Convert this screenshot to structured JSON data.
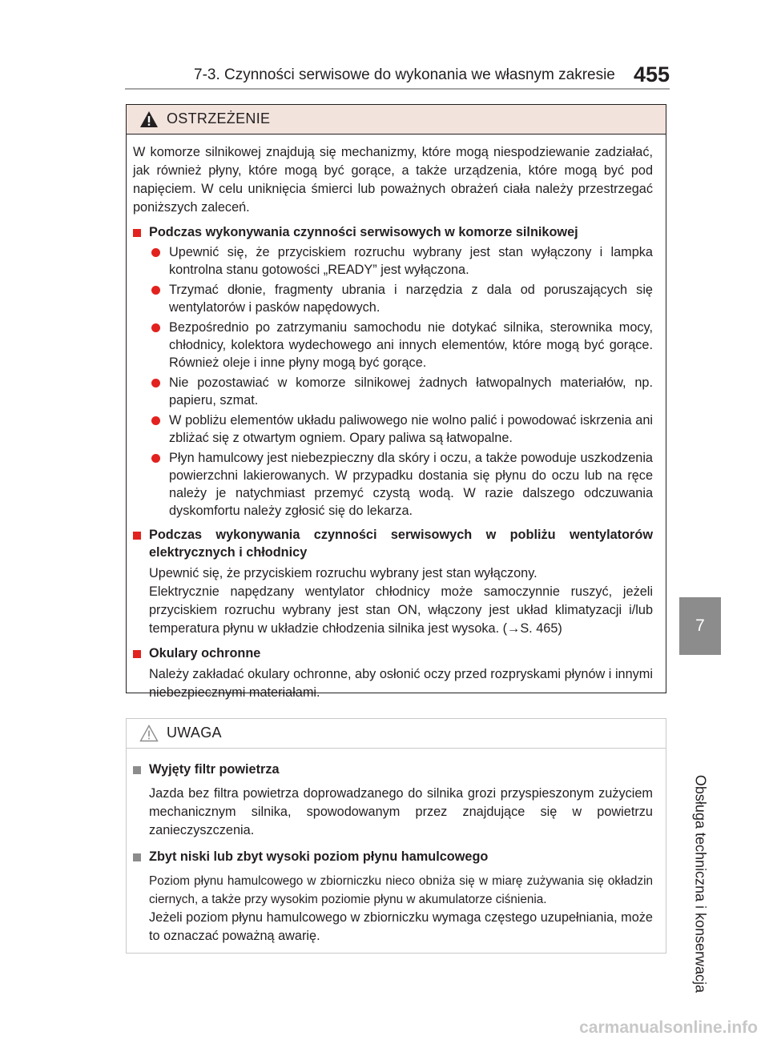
{
  "header": {
    "title": "7-3. Czynności serwisowe do wykonania we własnym zakresie",
    "page_number": "455"
  },
  "side_tab": {
    "number": "7",
    "label": "Obsługa techniczna i konserwacja"
  },
  "warning": {
    "title": "OSTRZEŻENIE",
    "intro": "W komorze silnikowej znajdują się mechanizmy, które mogą niespodziewanie zadziałać, jak również płyny, które mogą być gorące, a także urządzenia, które mogą być pod napięciem. W celu uniknięcia śmierci lub poważnych obrażeń ciała należy przestrzegać poniższych zaleceń.",
    "sections": [
      {
        "heading": "Podczas wykonywania czynności serwisowych w komorze silnikowej",
        "bullets": [
          "Upewnić się, że przyciskiem rozruchu wybrany jest stan wyłączony i lampka kontrolna stanu gotowości „READY” jest wyłączona.",
          "Trzymać dłonie, fragmenty ubrania i narzędzia z dala od poruszających się wentylatorów i pasków napędowych.",
          "Bezpośrednio po zatrzymaniu samochodu nie dotykać silnika, sterownika mocy, chłodnicy, kolektora wydechowego ani innych elementów, które mogą być gorące. Również oleje i inne płyny mogą być gorące.",
          "Nie pozostawiać w komorze silnikowej żadnych łatwopalnych materiałów, np. papieru, szmat.",
          "W pobliżu elementów układu paliwowego nie wolno palić i powodować iskrzenia ani zbliżać się z otwartym ogniem. Opary paliwa są łatwopalne.",
          "Płyn hamulcowy jest niebezpieczny dla skóry i oczu, a także powoduje uszkodzenia powierzchni lakierowanych. W przypadku dostania się płynu do oczu lub na ręce należy je natychmiast przemyć czystą wodą. W razie dalszego odczuwania dyskomfortu należy zgłosić się do lekarza."
        ]
      },
      {
        "heading": "Podczas wykonywania czynności serwisowych w pobliżu wentylatorów elektrycznych i chłodnicy",
        "body": [
          "Upewnić się, że przyciskiem rozruchu wybrany jest stan wyłączony.",
          "Elektrycznie napędzany wentylator chłodnicy może samoczynnie ruszyć, jeżeli przyciskiem rozruchu wybrany jest stan ON, włączony jest układ klimatyzacji i/lub temperatura płynu w układzie chłodzenia silnika jest wysoka. (→S. 465)"
        ]
      },
      {
        "heading": "Okulary ochronne",
        "body": [
          "Należy zakładać okulary ochronne, aby osłonić oczy przed rozpryskami płynów i innymi niebezpiecznymi materiałami."
        ]
      }
    ]
  },
  "notice": {
    "title": "UWAGA",
    "sections": [
      {
        "heading": "Wyjęty filtr powietrza",
        "body": [
          "Jazda bez filtra powietrza doprowadzanego do silnika grozi przyspieszonym zużyciem mechanicznym silnika, spowodowanym przez znajdujące się w powietrzu zanieczyszczenia."
        ]
      },
      {
        "heading": "Zbyt niski lub zbyt wysoki poziom płynu hamulcowego",
        "body": [
          "Poziom płynu hamulcowego w zbiorniczku nieco obniża się w miarę zużywania się okładzin ciernych, a także przy wysokim poziomie płynu w akumulatorze ciśnienia.",
          "Jeżeli poziom płynu hamulcowego w zbiorniczku wymaga częstego uzupełniania, może to oznaczać poważną awarię."
        ]
      }
    ]
  },
  "footer": {
    "watermark": "carmanualsonline.info"
  }
}
